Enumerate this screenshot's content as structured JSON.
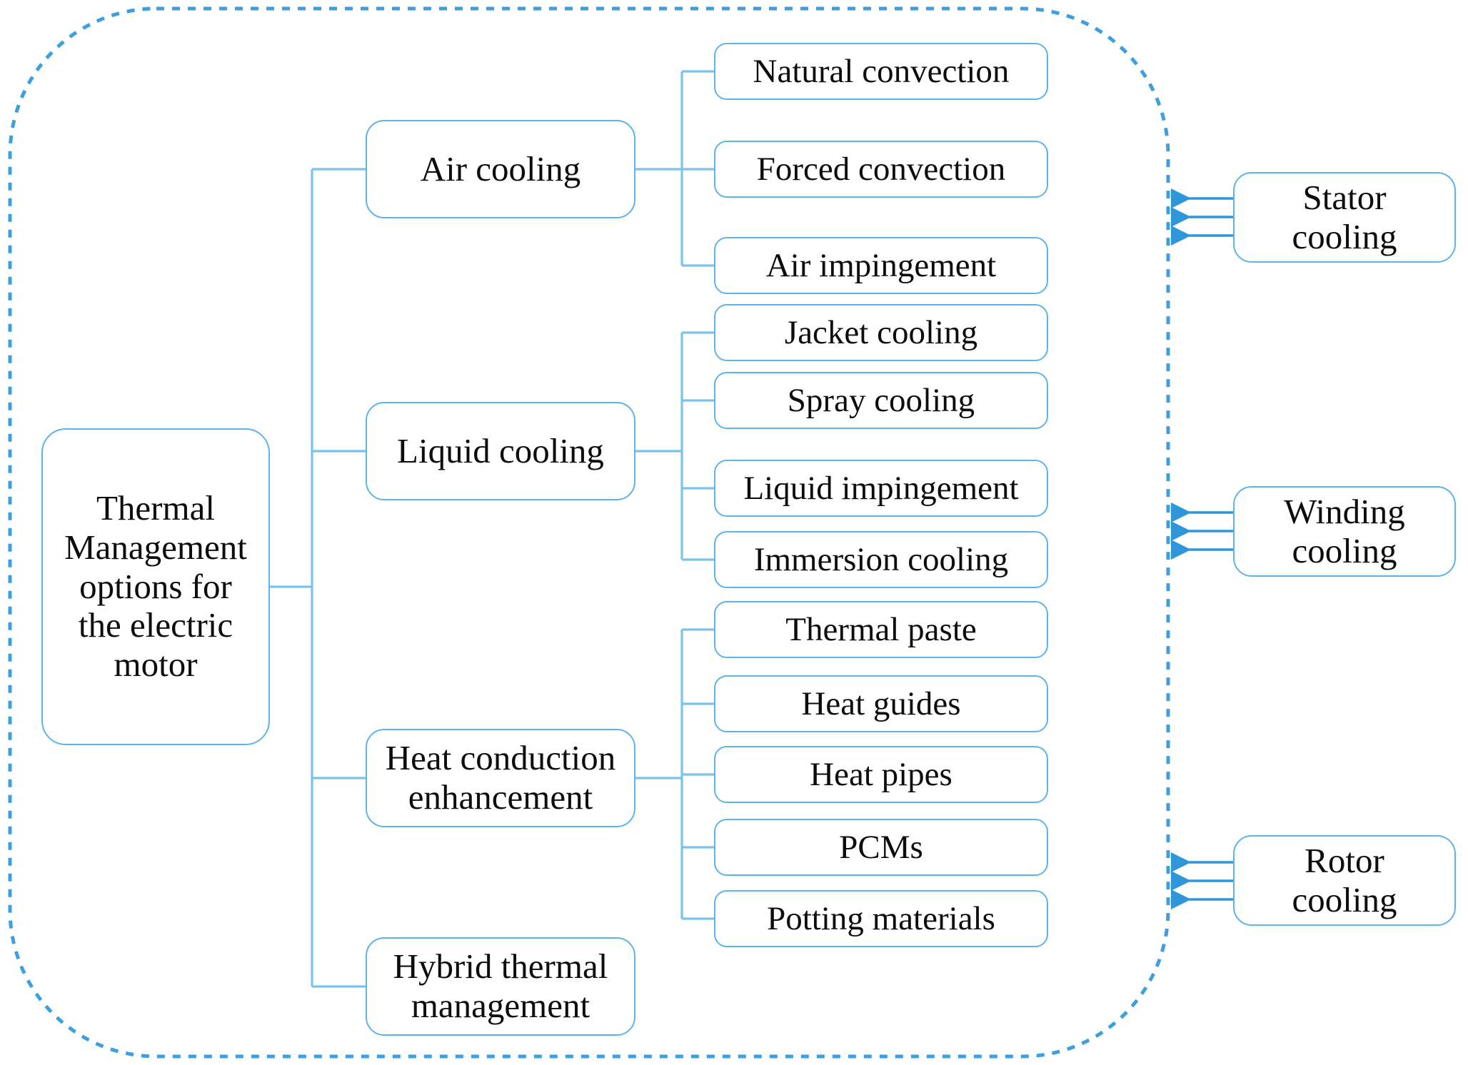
{
  "diagram": {
    "title": "Thermal Management options for the electric motor",
    "type": "tree-hierarchy",
    "colors": {
      "box_border": "#5fb3e8",
      "connector": "#7cc3ec",
      "dashed_boundary": "#3d9fe0",
      "arrow": "#2e96d9",
      "text": "#0d0d0d",
      "background": "#ffffff"
    },
    "boundary": {
      "name": "dashed-rounded-boundary",
      "style": "dashed",
      "shape": "rounded-rectangle"
    }
  },
  "root": {
    "label": "Thermal\nManagement\noptions for\nthe electric\nmotor"
  },
  "categories": [
    {
      "label": "Air cooling",
      "children": [
        {
          "label": "Natural convection"
        },
        {
          "label": "Forced convection"
        },
        {
          "label": "Air impingement"
        }
      ]
    },
    {
      "label": "Liquid cooling",
      "children": [
        {
          "label": "Jacket cooling"
        },
        {
          "label": "Spray cooling"
        },
        {
          "label": "Liquid impingement"
        },
        {
          "label": "Immersion cooling"
        }
      ]
    },
    {
      "label": "Heat conduction\nenhancement",
      "children": [
        {
          "label": "Thermal paste"
        },
        {
          "label": "Heat guides"
        },
        {
          "label": "Heat pipes"
        },
        {
          "label": "PCMs"
        },
        {
          "label": "Potting materials"
        }
      ]
    },
    {
      "label": "Hybrid thermal\nmanagement",
      "children": []
    }
  ],
  "targets": [
    {
      "label": "Stator\ncooling",
      "arrow_count": 3
    },
    {
      "label": "Winding\ncooling",
      "arrow_count": 3
    },
    {
      "label": "Rotor\ncooling",
      "arrow_count": 3
    }
  ]
}
